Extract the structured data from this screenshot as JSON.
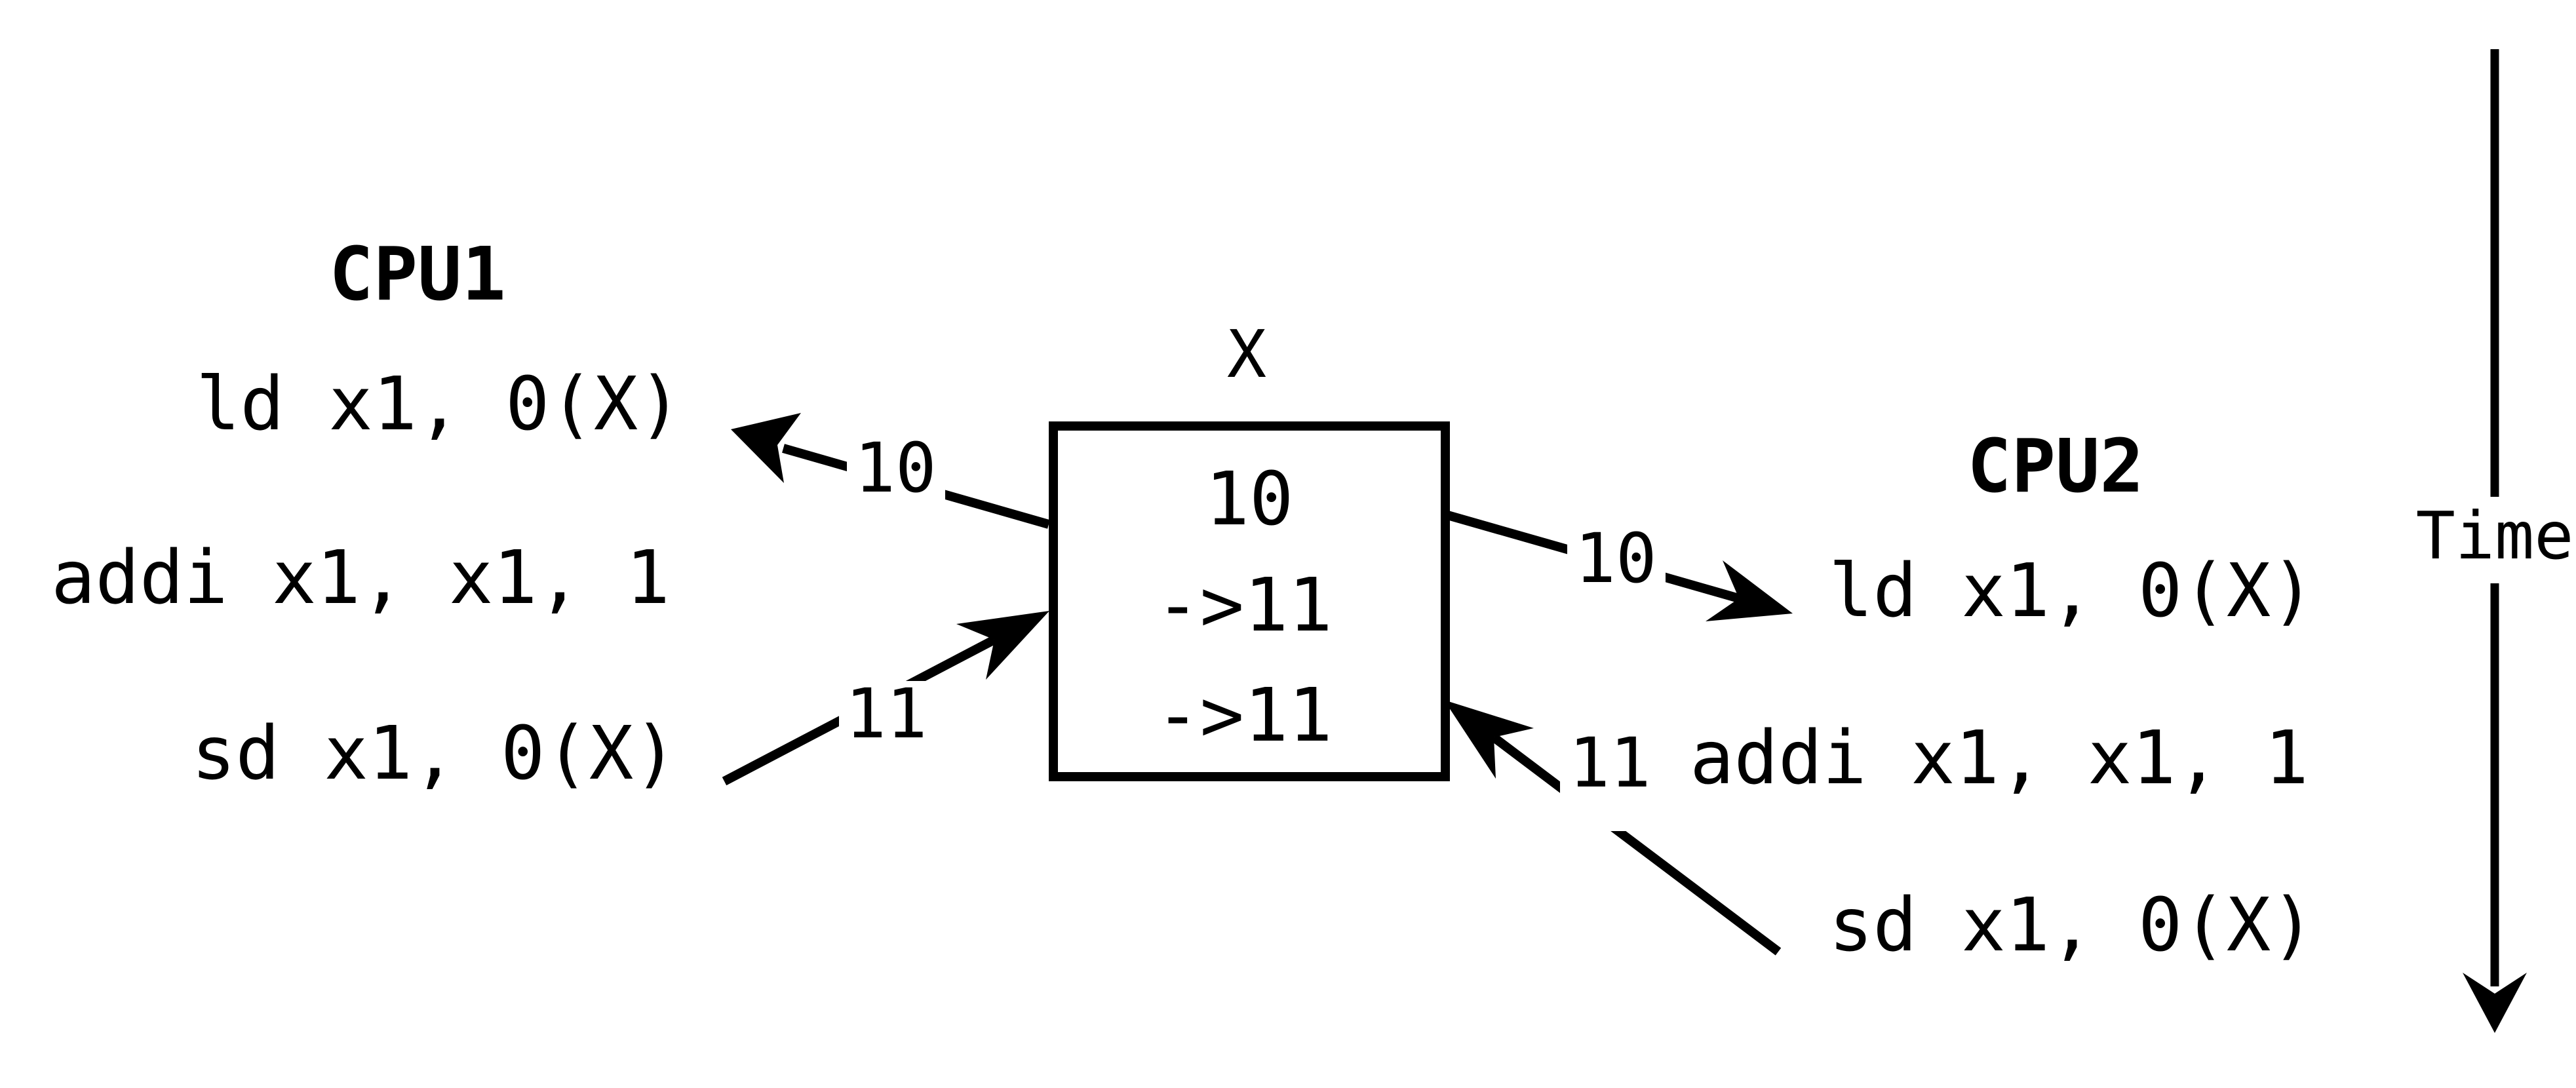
{
  "diagram": {
    "cpu1": {
      "label": "CPU1",
      "instructions": [
        "ld x1, 0(X)",
        "addi x1, x1, 1",
        "sd x1, 0(X)"
      ]
    },
    "cpu2": {
      "label": "CPU2",
      "instructions": [
        "ld x1, 0(X)",
        "addi x1, x1, 1",
        "sd x1, 0(X)"
      ]
    },
    "memory_box": {
      "label": "X",
      "values": [
        "10",
        "->11",
        "->11"
      ]
    },
    "arrow_labels": {
      "cpu1_load": "10",
      "cpu1_store": "11",
      "cpu2_load": "10",
      "cpu2_store": "11"
    },
    "time_axis": {
      "label": "Time"
    },
    "colors": {
      "ink": "#000000",
      "background": "#ffffff"
    }
  }
}
